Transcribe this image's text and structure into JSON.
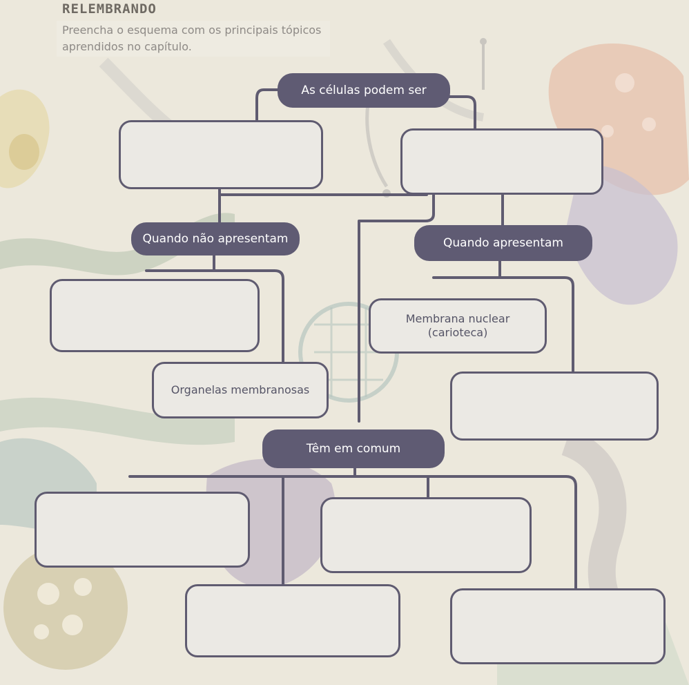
{
  "header": {
    "title": "RELEMBRANDO",
    "instruction": "Preencha o esquema com os principais tópicos aprendidos no capítulo."
  },
  "diagram": {
    "root": "As células podem ser",
    "left_branch": "Quando não apresentam",
    "right_branch": "Quando apresentam",
    "nucleus_box_line1": "Membrana nuclear",
    "nucleus_box_line2": "(carioteca)",
    "organelles_box": "Organelas membranosas",
    "common": "Têm em comum"
  },
  "colors": {
    "pill": "#5f5b73",
    "box_border": "#5f5b70",
    "box_fill": "#ebe9e4",
    "page": "#ece8dc"
  }
}
